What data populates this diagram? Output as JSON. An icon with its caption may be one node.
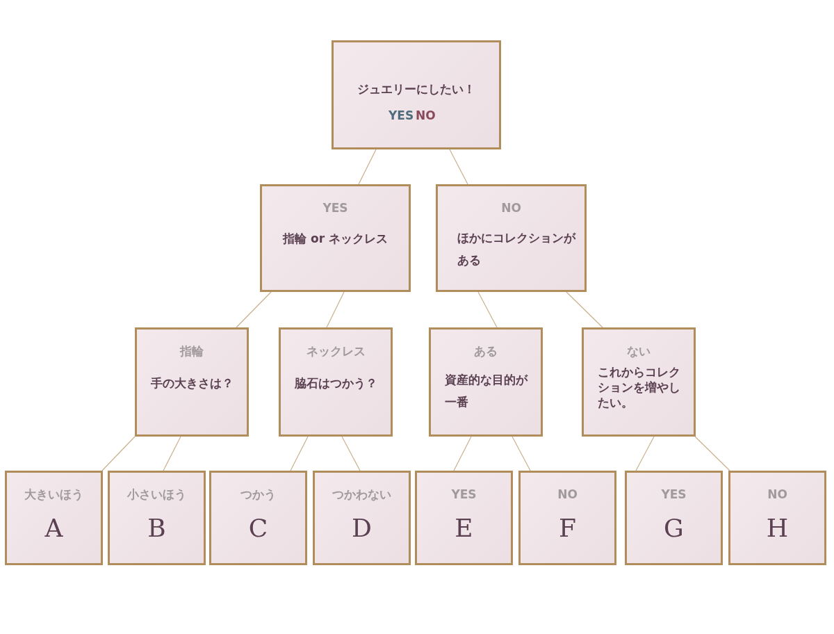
{
  "diagram": {
    "nodes": [
      {
        "text": [
          "ジュエリーにしたい！",
          "YES",
          "NO"
        ]
      },
      {
        "text": [
          "YES",
          "指輪 or ネックレス"
        ]
      },
      {
        "text": [
          "NO",
          "ほかにコレクションがある"
        ]
      },
      {
        "text": [
          "指輪",
          "手の大きさは？"
        ]
      },
      {
        "text": [
          "ネックレス",
          "脇石はつかう？"
        ]
      },
      {
        "text": [
          "ある",
          "資産的な目的が一番"
        ]
      },
      {
        "text": [
          "ない",
          "これからコレクションを増やしたい。"
        ]
      },
      {
        "text": [
          "大きいほう",
          "A"
        ]
      },
      {
        "text": [
          "小さいほう",
          "B"
        ]
      },
      {
        "text": [
          "つかう",
          "C"
        ]
      },
      {
        "text": [
          "つかわない",
          "D"
        ]
      },
      {
        "text": [
          "YES",
          "E"
        ]
      },
      {
        "text": [
          "NO",
          "F"
        ]
      },
      {
        "text": [
          "YES",
          "G"
        ]
      },
      {
        "text": [
          "NO",
          "H"
        ]
      }
    ],
    "edges": [
      {
        "from": 0,
        "to": 1,
        "arrow": "none"
      },
      {
        "from": 0,
        "to": 2,
        "arrow": "none"
      },
      {
        "from": 1,
        "to": 3,
        "arrow": "none"
      },
      {
        "from": 1,
        "to": 4,
        "arrow": "none"
      },
      {
        "from": 2,
        "to": 5,
        "arrow": "none"
      },
      {
        "from": 2,
        "to": 6,
        "arrow": "none"
      },
      {
        "from": 3,
        "to": 7,
        "arrow": "none"
      },
      {
        "from": 3,
        "to": 8,
        "arrow": "none"
      },
      {
        "from": 4,
        "to": 9,
        "arrow": "none"
      },
      {
        "from": 4,
        "to": 10,
        "arrow": "none"
      },
      {
        "from": 5,
        "to": 11,
        "arrow": "none"
      },
      {
        "from": 5,
        "to": 12,
        "arrow": "none"
      },
      {
        "from": 6,
        "to": 13,
        "arrow": "none"
      },
      {
        "from": 6,
        "to": 14,
        "arrow": "none"
      }
    ]
  }
}
